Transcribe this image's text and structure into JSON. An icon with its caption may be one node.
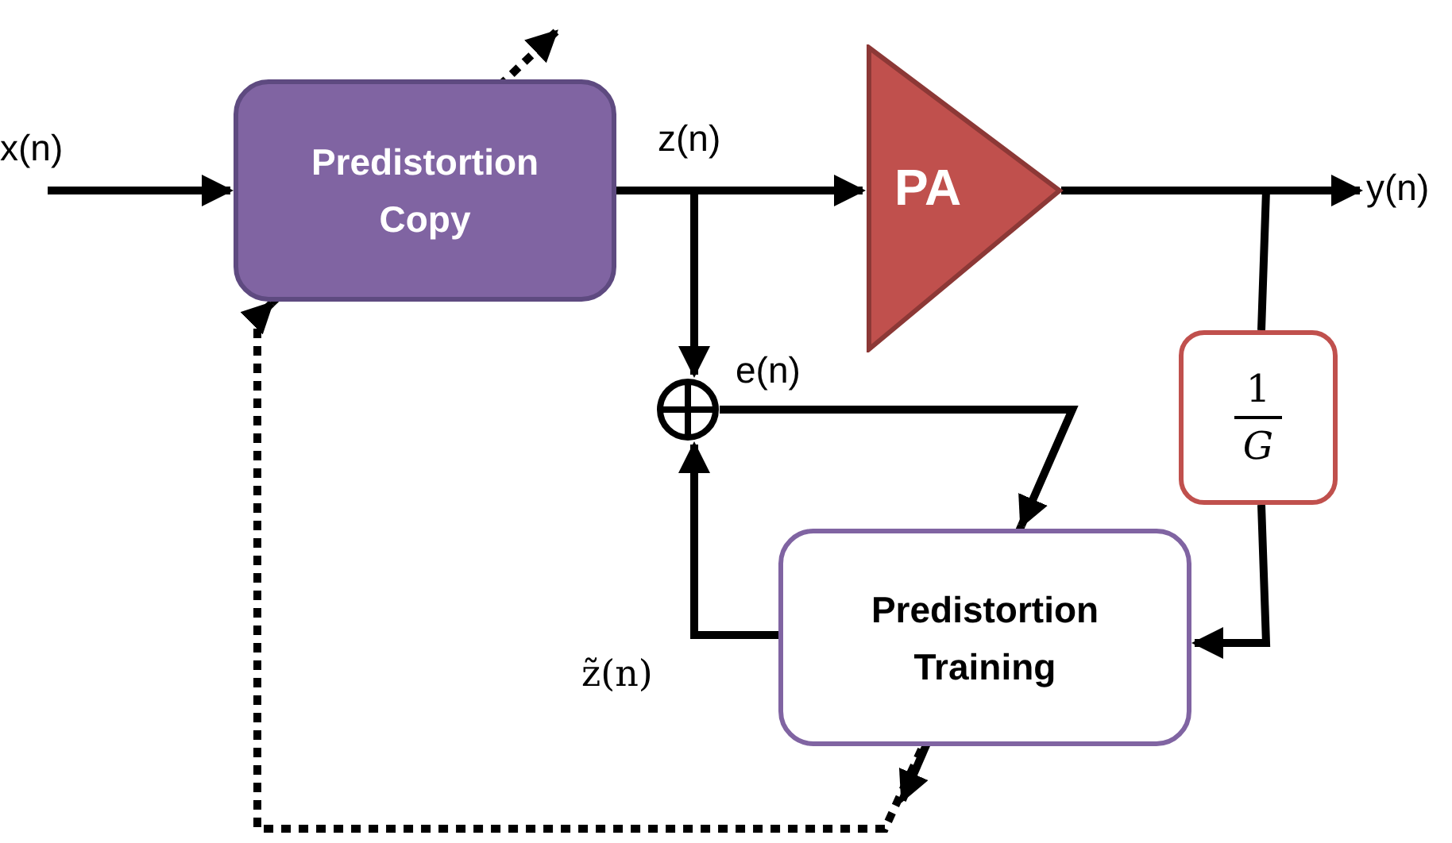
{
  "diagram": {
    "nodes": [
      {
        "text": [
          "Predistortion Copy"
        ]
      },
      {
        "text": [
          "PA"
        ]
      },
      {
        "text": [],
        "shape": "circle"
      },
      {
        "text": [
          "1",
          "G"
        ]
      },
      {
        "text": [
          "Predistortion Training"
        ]
      }
    ],
    "edges": [
      {
        "from": null,
        "to": 0,
        "arrow": "to",
        "label": "x(n)"
      },
      {
        "from": 0,
        "to": 1,
        "arrow": "to",
        "label": "z(n)"
      },
      {
        "from": 0,
        "to": 2,
        "arrow": "to"
      },
      {
        "from": 1,
        "to": null,
        "arrow": "to",
        "label": "y(n)"
      },
      {
        "from": 1,
        "to": 3,
        "arrow": "none"
      },
      {
        "from": 3,
        "to": 4,
        "arrow": "to"
      },
      {
        "from": 4,
        "to": 2,
        "arrow": "to",
        "label": "z̃(n)"
      },
      {
        "from": 2,
        "to": 4,
        "arrow": "to",
        "label": "e(n)"
      },
      {
        "from": 4,
        "to": 0,
        "arrow": "to",
        "style": "dashed"
      }
    ]
  }
}
